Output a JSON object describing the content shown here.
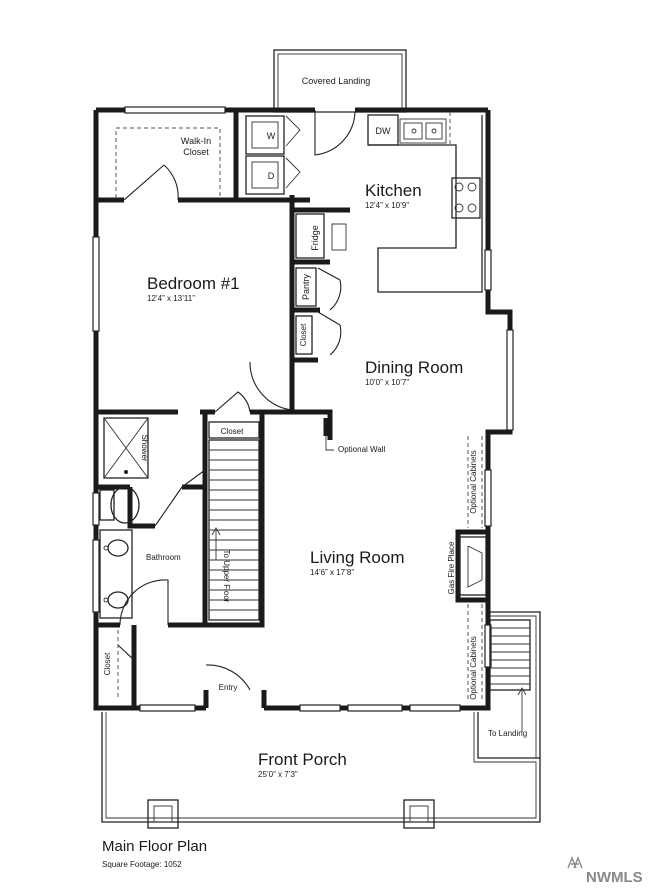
{
  "rooms": {
    "kitchen": {
      "name": "Kitchen",
      "dims": "12’4” x 10’9”"
    },
    "bedroom": {
      "name": "Bedroom #1",
      "dims": "12’4” x 13’11”"
    },
    "dining": {
      "name": "Dining Room",
      "dims": "10’0” x 10’7”"
    },
    "living": {
      "name": "Living Room",
      "dims": "14’6” x 17’8”"
    },
    "porch": {
      "name": "Front Porch",
      "dims": "25’0” x 7’3”"
    }
  },
  "labels": {
    "covered_landing": "Covered Landing",
    "walk_in": "Walk-In",
    "closet_word": "Closet",
    "washer": "W",
    "dryer": "D",
    "dishwasher": "DW",
    "fridge": "Fridge",
    "pantry": "Pantry",
    "closet_small": "Closet",
    "shower": "Shower",
    "bathroom": "Bathroom",
    "stair_closet": "Closet",
    "optional_wall": "Optional Wall",
    "to_upper_floor": "To Upper Floor",
    "optional_cabinets_1": "Optional Cabinets",
    "optional_cabinets_2": "Optional Cabinets",
    "gas_fire_place": "Gas Fire Place",
    "entry_closet": "Closet",
    "entry": "Entry",
    "to_landing": "To Landing"
  },
  "footer": {
    "title": "Main Floor Plan",
    "sqft": "Square Footage:  1052",
    "brand": "NWMLS"
  },
  "colors": {
    "ink": "#1a1a1a",
    "background": "#ffffff"
  },
  "icons": {
    "brand_logo": "nwmls-logo-icon"
  }
}
